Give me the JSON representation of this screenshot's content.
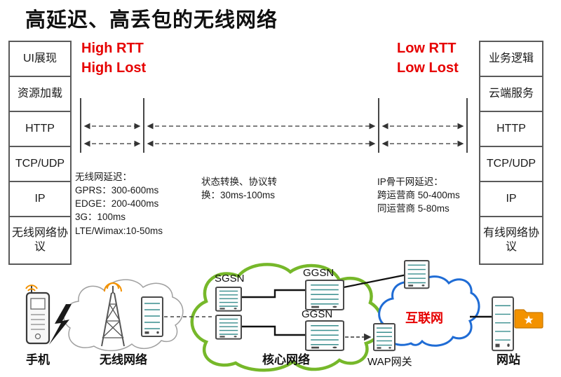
{
  "title": "高延迟、高丢包的无线网络",
  "left_stack": {
    "items": [
      "UI展现",
      "资源加载",
      "HTTP",
      "TCP/UDP",
      "IP",
      "无线网络协议"
    ]
  },
  "right_stack": {
    "items": [
      "业务逻辑",
      "云端服务",
      "HTTP",
      "TCP/UDP",
      "IP",
      "有线网络协议"
    ]
  },
  "annotations": {
    "high_rtt": "High RTT",
    "high_lost": "High Lost",
    "low_rtt": "Low RTT",
    "low_lost": "Low Lost"
  },
  "delays": {
    "wireless": "无线网延迟：\nGPRS：300-600ms\nEDGE：200-400ms\n3G：100ms\nLTE/Wimax:10-50ms",
    "switching": "状态转换、协议转\n换：30ms-100ms",
    "backbone": "IP骨干网延迟：\n跨运营商 50-400ms\n同运营商 5-80ms"
  },
  "network": {
    "sgsn": "SGSN",
    "ggsn_top": "GGSN",
    "ggsn_bottom": "GGSN",
    "internet": "互联网",
    "nodes": {
      "phone": "手机",
      "wireless": "无线网络",
      "core": "核心网络",
      "wap": "WAP网关",
      "website": "网站"
    }
  },
  "colors": {
    "accent_red": "#e60000",
    "core_cloud_green": "#76b82a",
    "internet_cloud_blue": "#1f6cd5",
    "signal_orange": "#f39200",
    "wireless_cloud_gray": "#a0a0a0"
  }
}
